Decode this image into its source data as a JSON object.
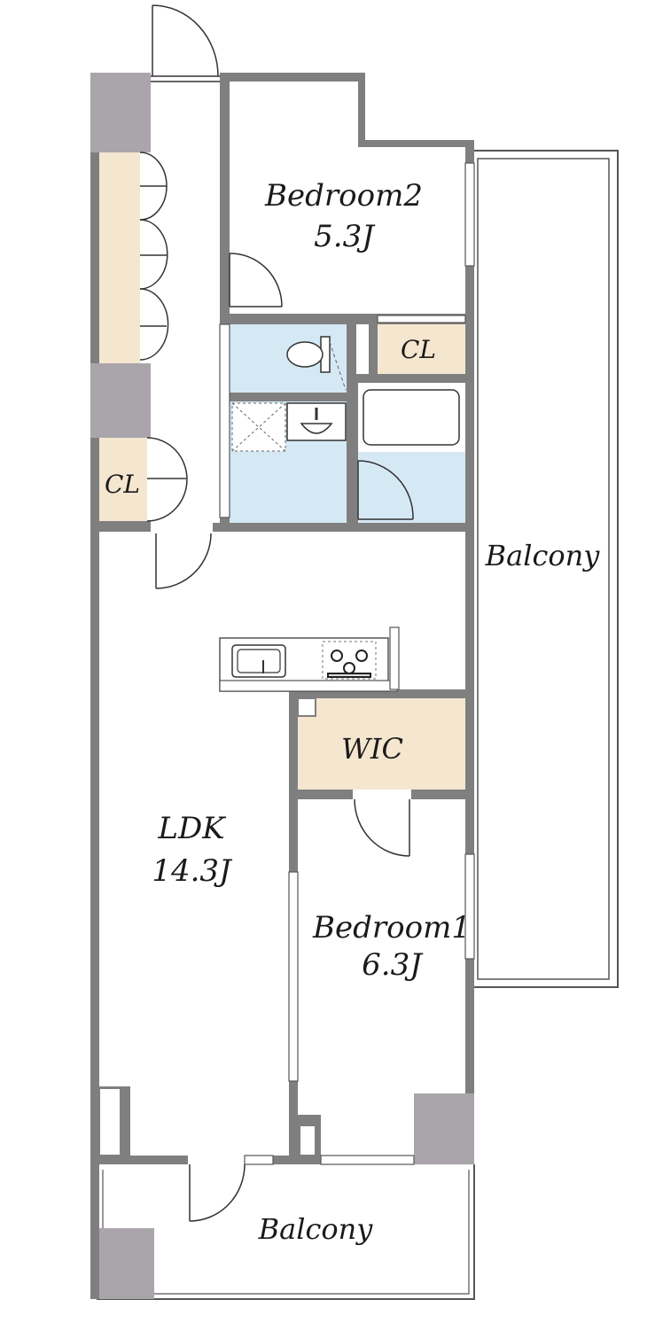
{
  "rooms": {
    "bedroom2": {
      "name": "Bedroom2",
      "size": "5.3J"
    },
    "bedroom1": {
      "name": "Bedroom1",
      "size": "6.3J"
    },
    "ldk": {
      "name": "LDK",
      "size": "14.3J"
    },
    "wic": {
      "name": "WIC"
    },
    "cl_upper": {
      "name": "CL"
    },
    "cl_left": {
      "name": "CL"
    },
    "balcony_east": {
      "name": "Balcony"
    },
    "balcony_south": {
      "name": "Balcony"
    }
  },
  "colors": {
    "wall": "#7f7f7f",
    "pillar": "#aaa5ab",
    "storage": "#f5e6cf",
    "wet_area": "#d5e9f5",
    "outline": "#555555"
  }
}
